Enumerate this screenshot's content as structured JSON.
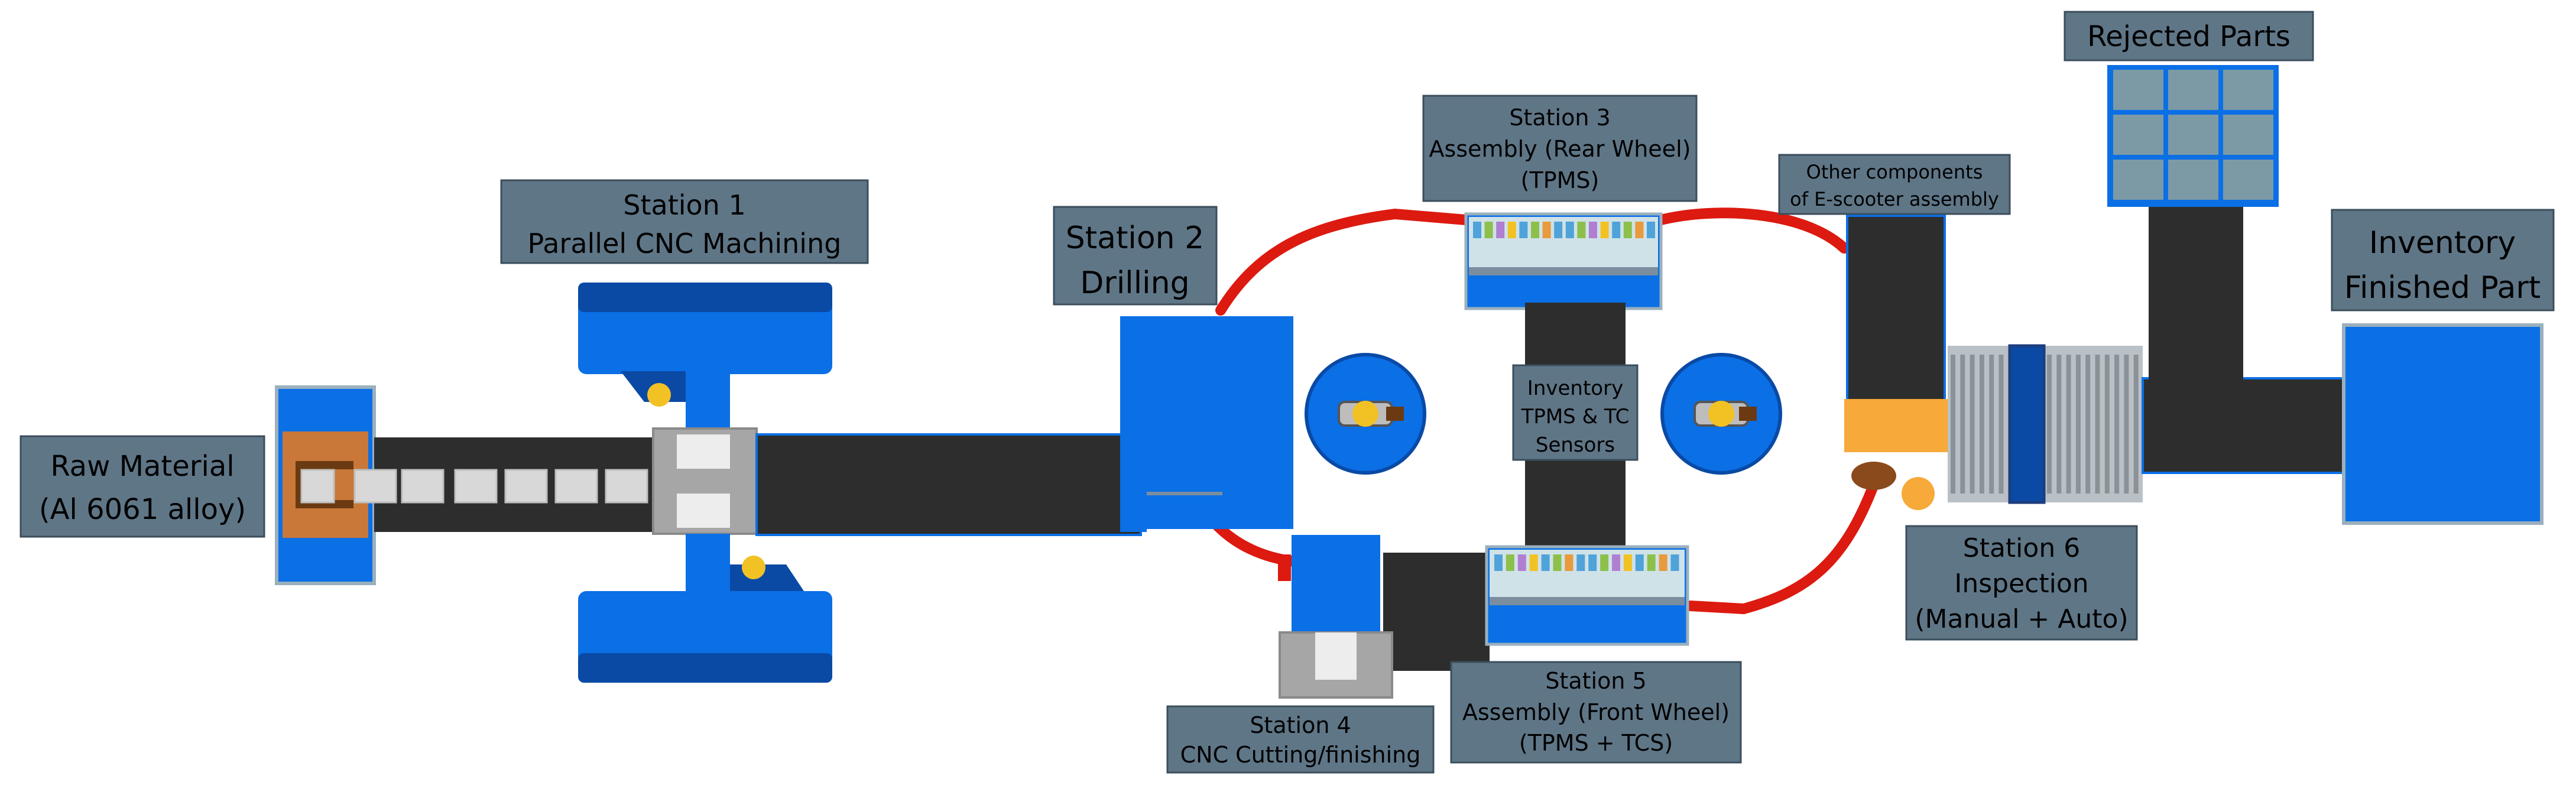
{
  "colors": {
    "label_bg": "#5f7687",
    "label_border": "#3b4e5c",
    "machine_blue": "#0b6fe6",
    "machine_dark_blue": "#0a4aa5",
    "conveyor_dark": "#2d2d2d",
    "loop_red": "#dc1a10",
    "raw_copper": "#c9783a",
    "gray_metal": "#a6a6a6",
    "light_gray": "#d8d8d8",
    "orange": "#f7a93a",
    "grid_cell": "#7c9aa6",
    "yellow_accent": "#f2c224"
  },
  "labels": {
    "raw_material": [
      "Raw Material",
      "(Al 6061 alloy)"
    ],
    "station1": [
      "Station 1",
      "Parallel CNC Machining"
    ],
    "station2": [
      "Station 2",
      "Drilling"
    ],
    "station3": [
      "Station 3",
      "Assembly (Rear Wheel)",
      "(TPMS)"
    ],
    "inventory_sensors": [
      "Inventory",
      "TPMS & TC",
      "Sensors"
    ],
    "station4": [
      "Station 4",
      "CNC Cutting/finishing"
    ],
    "station5": [
      "Station 5",
      "Assembly (Front Wheel)",
      "(TPMS + TCS)"
    ],
    "other_components": [
      "Other components",
      "of E-scooter assembly"
    ],
    "rejected_parts": [
      "Rejected Parts"
    ],
    "inventory_finished": [
      "Inventory",
      "Finished Part"
    ],
    "station6": [
      "Station 6",
      "Inspection",
      "(Manual + Auto)"
    ]
  }
}
